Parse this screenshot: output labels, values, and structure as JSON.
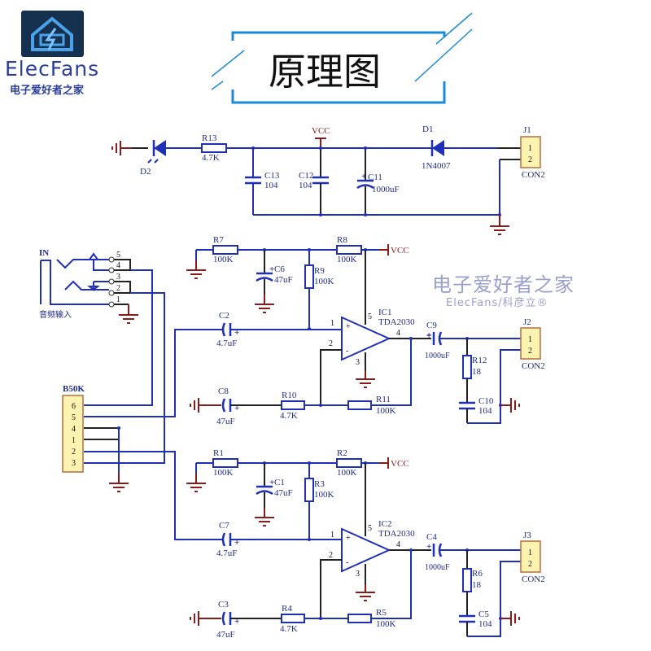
{
  "branding": {
    "logo_icon": "house-lightning-icon",
    "name": "ElecFans",
    "subtitle": "电子爱好者之家"
  },
  "title": "原理图",
  "watermark": {
    "line1": "电子爱好者之家",
    "line2": "ElecFans/科彦立®"
  },
  "colors": {
    "wire": "#1f2fb8",
    "ground": "#8b1a1a",
    "connector_fill": "#fdf3b0",
    "title_frame": "#1a8ad4"
  },
  "power": {
    "d2": "D2",
    "r13": "R13",
    "r13_val": "4.7K",
    "vcc": "VCC",
    "c13": "C13",
    "c13_val": "104",
    "c12": "C12",
    "c12_val": "104",
    "c11": "C11",
    "c11_val": "1000uF",
    "d1": "D1",
    "d1_val": "1N4007",
    "j1": "J1",
    "j1_type": "CON2",
    "pin1": "1",
    "pin2": "2"
  },
  "input_jack": {
    "label": "IN",
    "caption": "音频输入",
    "pins": [
      "5",
      "4",
      "3",
      "2",
      "1"
    ]
  },
  "pot": {
    "label": "B50K",
    "pins": [
      "6",
      "5",
      "4",
      "1",
      "2",
      "3"
    ]
  },
  "channel1": {
    "r7": "R7",
    "r7_val": "100K",
    "r8": "R8",
    "r8_val": "100K",
    "vcc": "VCC",
    "c6": "C6",
    "c6_val": "47uF",
    "r9": "R9",
    "r9_val": "100K",
    "c2": "C2",
    "c2_val": "4.7uF",
    "ic": "IC1",
    "ic_type": "TDA2030",
    "ic_pins": [
      "1",
      "2",
      "3",
      "4",
      "5"
    ],
    "c8": "C8",
    "c8_val": "47uF",
    "r10": "R10",
    "r10_val": "4.7K",
    "r11": "R11",
    "r11_val": "100K",
    "c9": "C9",
    "c9_val": "1000uF",
    "r12": "R12",
    "r12_val": "18",
    "c10": "C10",
    "c10_val": "104",
    "j": "J2",
    "j_type": "CON2"
  },
  "channel2": {
    "r1": "R1",
    "r1_val": "100K",
    "r2": "R2",
    "r2_val": "100K",
    "vcc": "VCC",
    "c1": "C1",
    "c1_val": "47uF",
    "r3": "R3",
    "r3_val": "100K",
    "c7": "C7",
    "c7_val": "4.7uF",
    "ic": "IC2",
    "ic_type": "TDA2030",
    "ic_pins": [
      "1",
      "2",
      "3",
      "4",
      "5"
    ],
    "c3": "C3",
    "c3_val": "47uF",
    "r4": "R4",
    "r4_val": "4.7K",
    "r5": "R5",
    "r5_val": "100K",
    "c4": "C4",
    "c4_val": "1000uF",
    "r6": "R6",
    "r6_val": "18",
    "c5": "C5",
    "c5_val": "104",
    "j": "J3",
    "j_type": "CON2"
  }
}
